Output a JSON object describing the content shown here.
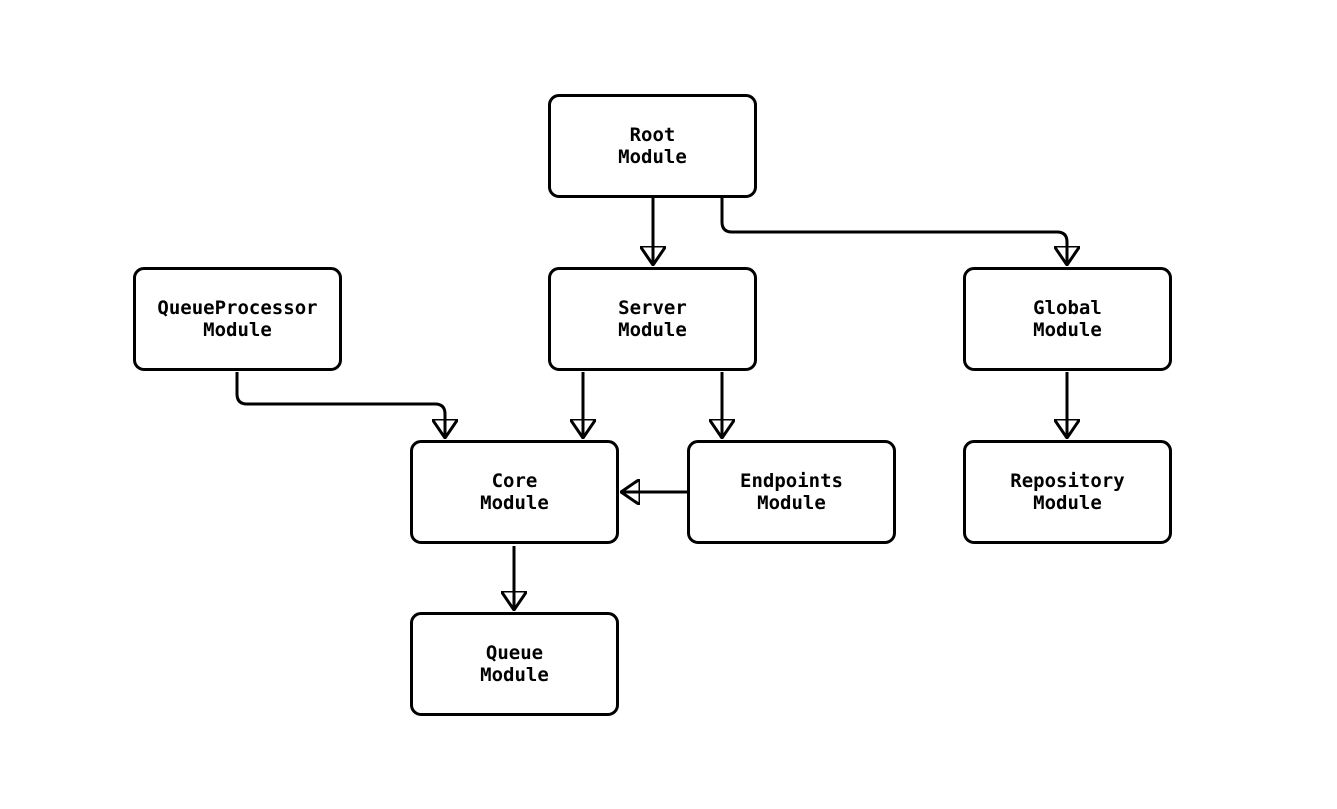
{
  "diagram": {
    "type": "module-dependency-flowchart",
    "colors": {
      "background": "#ffffff",
      "node_fill": "#ffffff",
      "stroke": "#000000",
      "text": "#000000"
    },
    "nodes": {
      "root": {
        "label": "Root\nModule"
      },
      "queueprocessor": {
        "label": "QueueProcessor\nModule"
      },
      "server": {
        "label": "Server\nModule"
      },
      "global": {
        "label": "Global\nModule"
      },
      "core": {
        "label": "Core\nModule"
      },
      "endpoints": {
        "label": "Endpoints\nModule"
      },
      "repository": {
        "label": "Repository\nModule"
      },
      "queue": {
        "label": "Queue\nModule"
      }
    },
    "edges": [
      {
        "from": "Root Module",
        "to": "Server Module"
      },
      {
        "from": "Root Module",
        "to": "Global Module"
      },
      {
        "from": "QueueProcessor Module",
        "to": "Core Module"
      },
      {
        "from": "Server Module",
        "to": "Core Module"
      },
      {
        "from": "Server Module",
        "to": "Endpoints Module"
      },
      {
        "from": "Endpoints Module",
        "to": "Core Module"
      },
      {
        "from": "Global Module",
        "to": "Repository Module"
      },
      {
        "from": "Core Module",
        "to": "Queue Module"
      }
    ]
  }
}
